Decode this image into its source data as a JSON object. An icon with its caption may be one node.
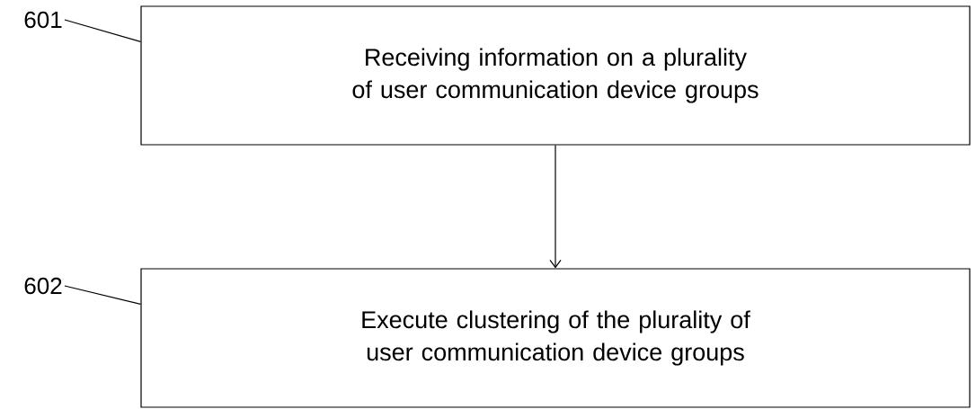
{
  "diagram": {
    "nodes": [
      {
        "text": [
          "Receiving information on a plurality of user communication device groups"
        ]
      },
      {
        "text": [
          "Execute clustering of the plurality of user communication device groups"
        ]
      },
      {
        "text": [
          "601"
        ]
      },
      {
        "text": [
          "602"
        ]
      }
    ],
    "edges": [
      {
        "from": 0,
        "to": 1,
        "arrow": "to"
      },
      {
        "from": 2,
        "to": 0,
        "arrow": "none"
      },
      {
        "from": 3,
        "to": 1,
        "arrow": "none"
      }
    ]
  }
}
